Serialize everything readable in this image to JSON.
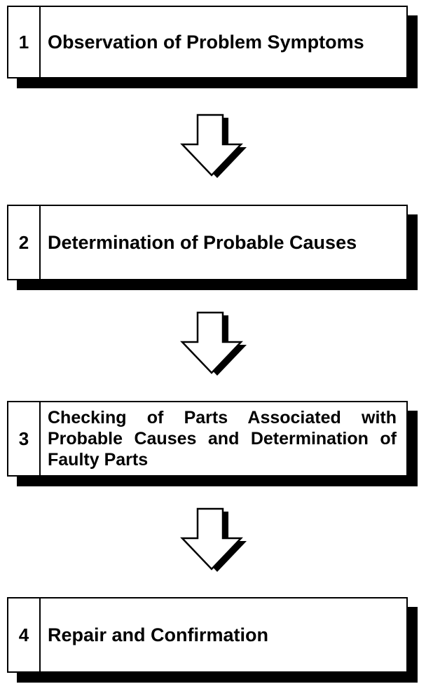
{
  "steps": [
    {
      "number": "1",
      "label": "Observation of Problem Symptoms"
    },
    {
      "number": "2",
      "label": "Determination of Probable Causes"
    },
    {
      "number": "3",
      "label": "Checking of Parts Associated with Probable Causes and Determination of Faulty Parts"
    },
    {
      "number": "4",
      "label": "Repair and Confirmation"
    }
  ],
  "arrows": [
    {
      "direction": "down"
    },
    {
      "direction": "down"
    },
    {
      "direction": "down"
    }
  ],
  "colors": {
    "line": "#000000",
    "fill": "#ffffff",
    "shadow": "#000000"
  }
}
